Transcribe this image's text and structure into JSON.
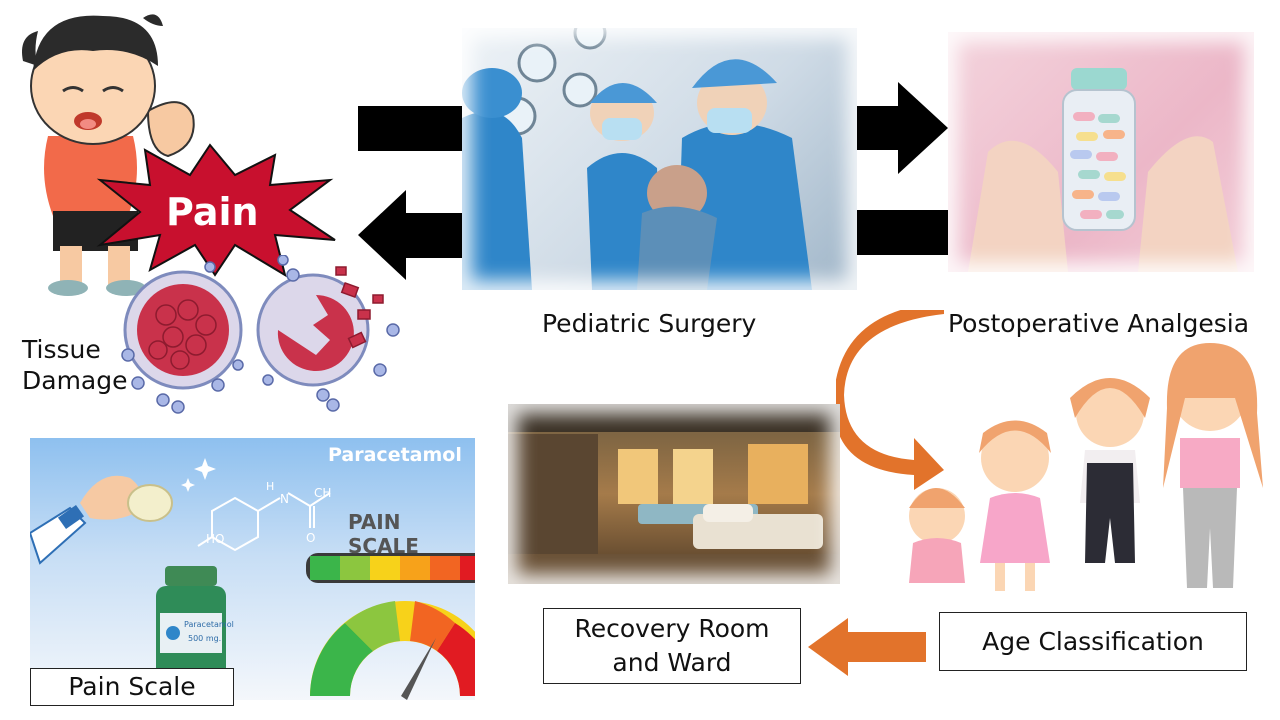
{
  "nodes": {
    "pediatric_surgery": "Pediatric Surgery",
    "postoperative_analgesia": "Postoperative Analgesia",
    "tissue_damage": "Tissue\nDamage",
    "pain_burst": "Pain",
    "pain_scale": "Pain Scale",
    "recovery_room": "Recovery Room\nand Ward",
    "age_classification": "Age Classification"
  },
  "illustration_text": {
    "paracetamol_title": "Paracetamol",
    "pain_scale_title": "PAIN SCALE",
    "bottle_label": "Paracetamol",
    "bottle_dose": "500 mg.",
    "chem_ho": "HO",
    "chem_h": "H",
    "chem_n": "N",
    "chem_ch3": "CH",
    "chem_o": "O"
  },
  "colors": {
    "arrow_black": "#000000",
    "arrow_orange": "#e2732b",
    "pain_red": "#c8102e",
    "scrub_blue": "#2f86c9",
    "panel_blue": "#8ec0ef"
  }
}
